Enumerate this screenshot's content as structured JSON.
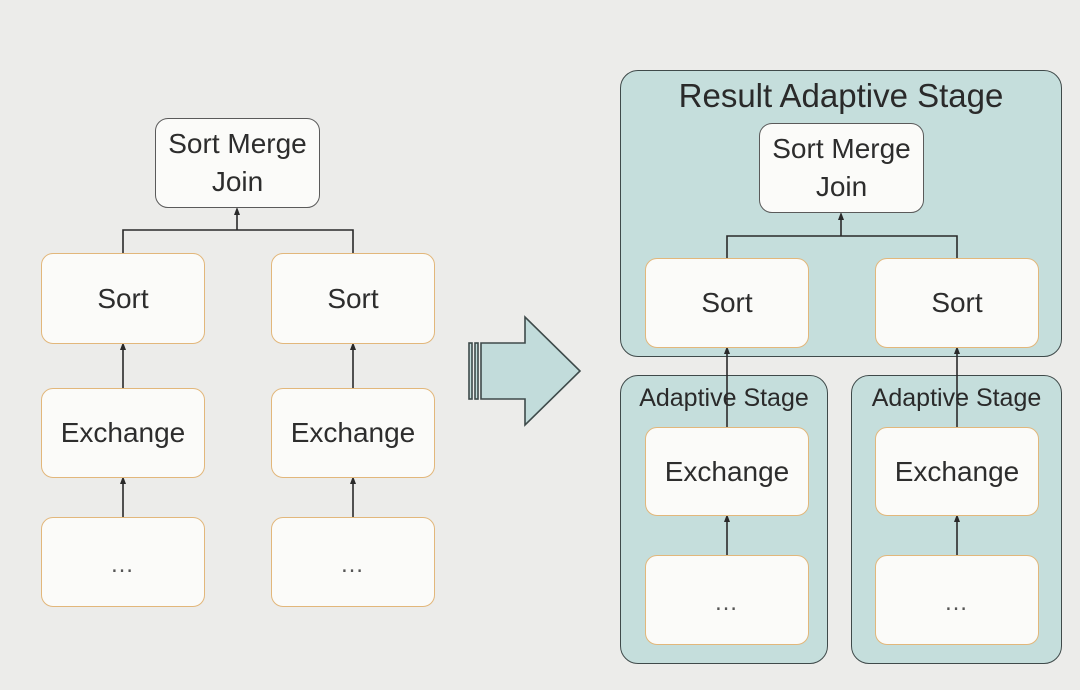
{
  "left_tree": {
    "join_label": "Sort Merge\nJoin",
    "left_sort": "Sort",
    "right_sort": "Sort",
    "left_exchange": "Exchange",
    "right_exchange": "Exchange",
    "left_child": "…",
    "right_child": "…"
  },
  "right_tree": {
    "result_stage_title": "Result Adaptive Stage",
    "join_label": "Sort Merge\nJoin",
    "left_sort": "Sort",
    "right_sort": "Sort",
    "left_stage_title": "Adaptive Stage",
    "right_stage_title": "Adaptive Stage",
    "left_exchange": "Exchange",
    "right_exchange": "Exchange",
    "left_child": "…",
    "right_child": "…"
  },
  "colors": {
    "background": "#ececea",
    "stage_fill": "#c5dedc",
    "node_border": "#e2b77b",
    "arrow_fill": "#c2dcdb"
  }
}
